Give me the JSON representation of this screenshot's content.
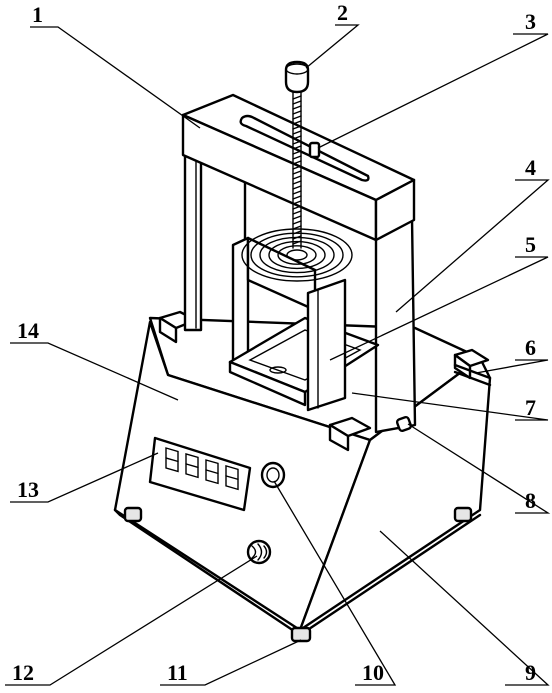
{
  "callouts": [
    {
      "id": "1",
      "text": "1"
    },
    {
      "id": "2",
      "text": "2"
    },
    {
      "id": "3",
      "text": "3"
    },
    {
      "id": "4",
      "text": "4"
    },
    {
      "id": "5",
      "text": "5"
    },
    {
      "id": "6",
      "text": "6"
    },
    {
      "id": "7",
      "text": "7"
    },
    {
      "id": "8",
      "text": "8"
    },
    {
      "id": "9",
      "text": "9"
    },
    {
      "id": "10",
      "text": "10"
    },
    {
      "id": "11",
      "text": "11"
    },
    {
      "id": "12",
      "text": "12"
    },
    {
      "id": "13",
      "text": "13"
    },
    {
      "id": "14",
      "text": "14"
    }
  ],
  "display": {
    "digit_count": 4
  },
  "colors": {
    "line": "#000000",
    "background": "#ffffff"
  }
}
